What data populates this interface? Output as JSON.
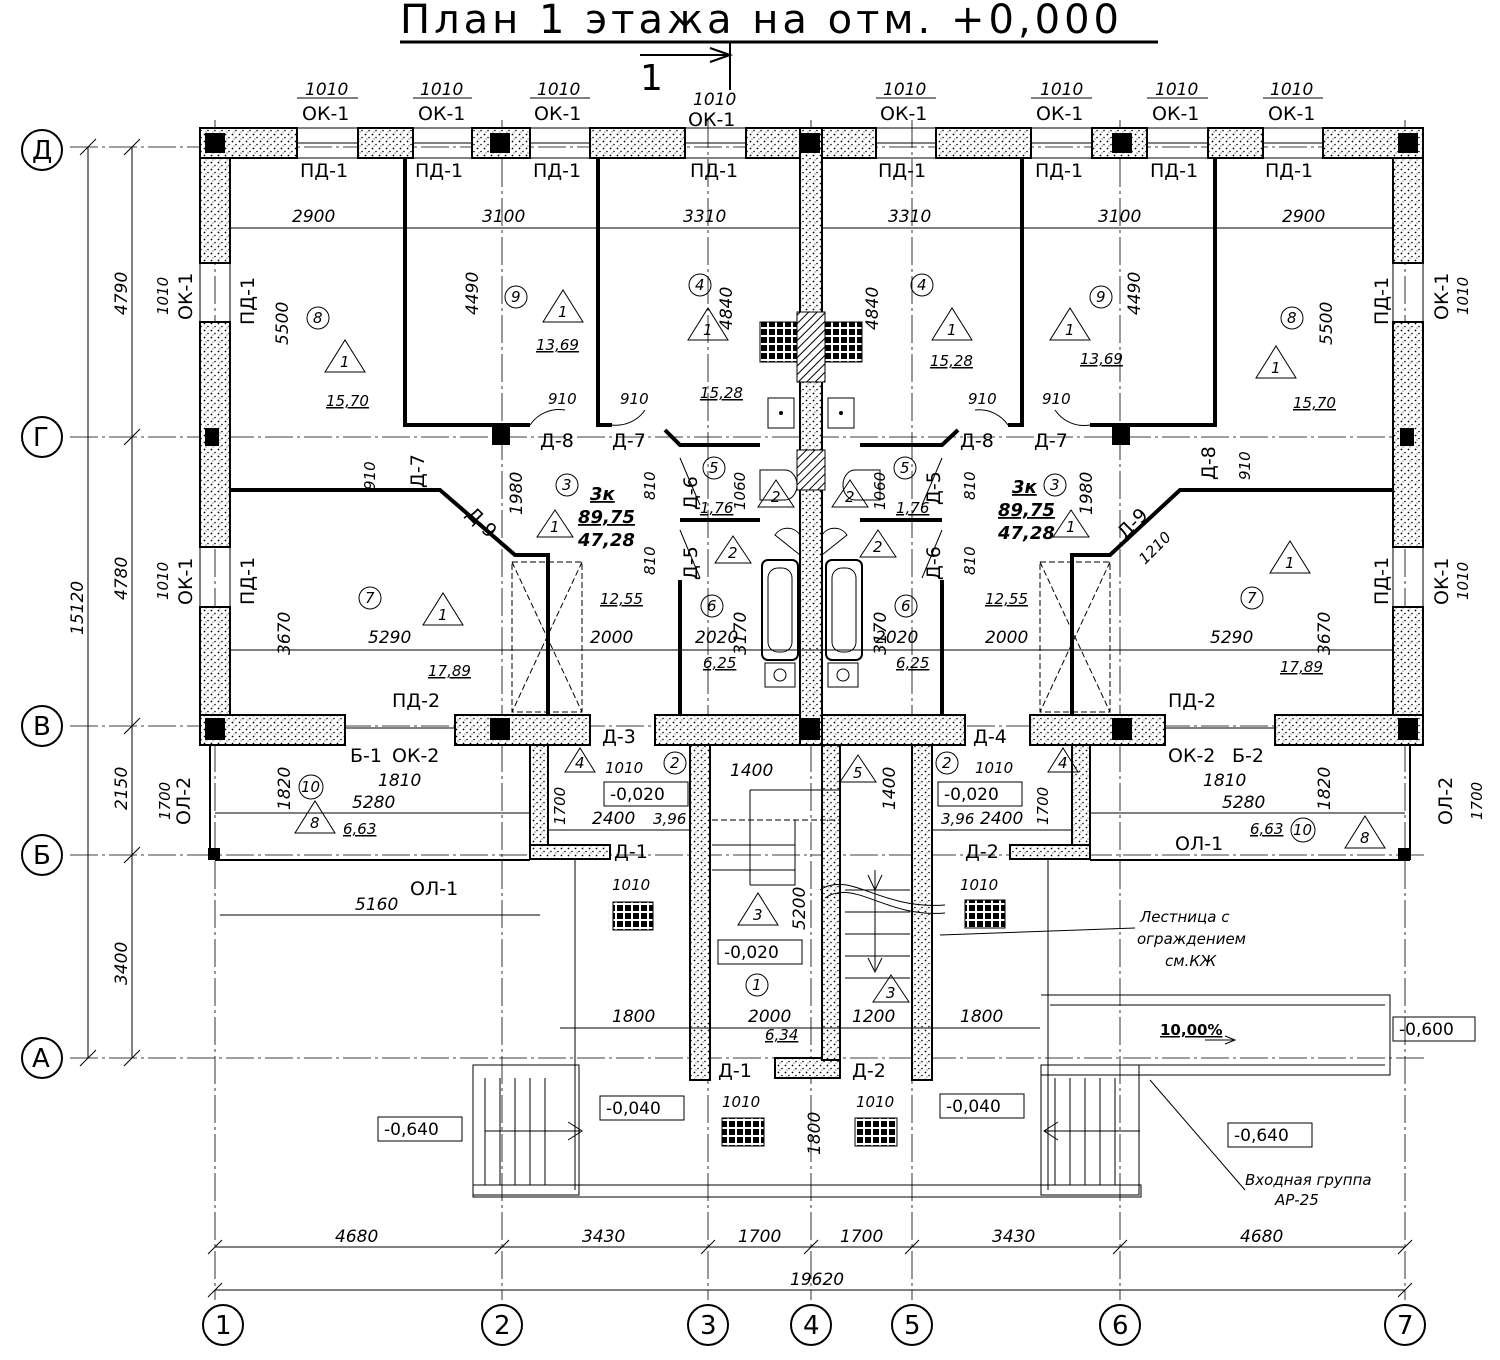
{
  "title": "План 1 этажа на отм. +0,000",
  "section_mark": "1",
  "axes": {
    "columns": [
      "1",
      "2",
      "3",
      "4",
      "5",
      "6",
      "7"
    ],
    "rows": [
      "Д",
      "Г",
      "В",
      "Б",
      "А"
    ]
  },
  "dims": {
    "bottom": [
      "4680",
      "3430",
      "1700",
      "1700",
      "3430",
      "4680"
    ],
    "total": "19620",
    "left_outer": [
      "4790",
      "4780",
      "2150",
      "3400"
    ],
    "left_total": "15120"
  },
  "windows": {
    "top_width": "1010",
    "top_marks": [
      "ОК-1",
      "ОК-1",
      "ОК-1",
      "ОК-1",
      "ОК-1",
      "ОК-1",
      "ОК-1",
      "ОК-1"
    ],
    "side_mark": "ОК-1",
    "balcony_door": "ПД-1",
    "pd2": "ПД-2",
    "ok2": "ОК-2",
    "b1": "Б-1",
    "b2": "Б-2",
    "ol1": "ОЛ-1",
    "ol2": "ОЛ-2"
  },
  "doors": {
    "d1": "Д-1",
    "d2": "Д-2",
    "d3": "Д-3",
    "d4": "Д-4",
    "d5": "Д-5",
    "d6": "Д-6",
    "d7": "Д-7",
    "d8": "Д-8",
    "d9": "Д-9",
    "w1010": "1010",
    "w910": "910",
    "w810": "810",
    "w1210": "1210",
    "w1060": "1060"
  },
  "rooms": {
    "r2900": "2900",
    "r3100": "3100",
    "r3310": "3310",
    "r4840": "4840",
    "r4490": "4490",
    "r5500": "5500",
    "r3670": "3670",
    "r5290": "5290",
    "r1980": "1980",
    "r2000": "2000",
    "r2020": "2020",
    "r3170": "3170",
    "r1820": "1820",
    "r1810": "1810",
    "r5280": "5280",
    "r1700": "1700",
    "r2400": "2400",
    "r1400": "1400",
    "r5200": "5200",
    "r1800": "1800",
    "r1200": "1200",
    "r5160": "5160",
    "a1570": "15,70",
    "a1369": "13,69",
    "a1528": "15,28",
    "a1789": "17,89",
    "a1255": "12,55",
    "a625": "6,25",
    "a176": "1,76",
    "a663": "6,63",
    "a396": "3,96",
    "a634": "6,34",
    "n1": "1",
    "n2": "2",
    "n3": "3",
    "n4": "4",
    "n5": "5",
    "n6": "6",
    "n7": "7",
    "n8": "8",
    "n9": "9",
    "n10": "10"
  },
  "apartment": {
    "type": "3к",
    "total": "89,75",
    "living": "47,28"
  },
  "levels": {
    "l020": "-0,020",
    "l040": "-0,040",
    "l640": "-0,640",
    "l600": "-0,600"
  },
  "slope": "10,00%",
  "notes": {
    "stair": [
      "Лестница с",
      "ограждением",
      "см.КЖ"
    ],
    "entry": [
      "Входная группа",
      "АР-25"
    ]
  }
}
